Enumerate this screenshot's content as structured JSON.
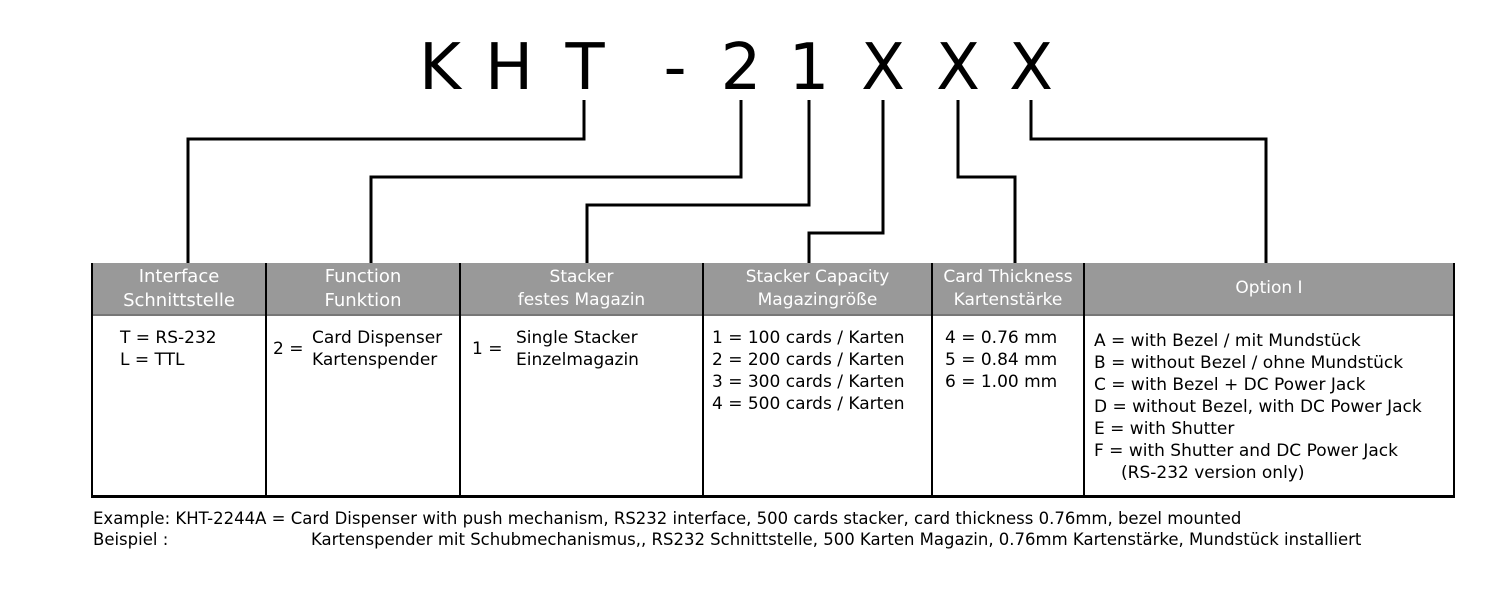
{
  "model_code": [
    "K",
    "H",
    "T",
    "-",
    "2",
    "1",
    "X",
    "X",
    "X"
  ],
  "columns": [
    {
      "header": [
        "Interface",
        "Schnittstelle"
      ],
      "rows": [
        "T = RS-232",
        "L = TTL"
      ]
    },
    {
      "header": [
        "Function",
        "Funktion"
      ],
      "prefix": "2 =",
      "rows": [
        "Card Dispenser",
        "Kartenspender"
      ]
    },
    {
      "header": [
        "Stacker",
        "festes Magazin"
      ],
      "prefix": "1 =",
      "rows": [
        "Single Stacker",
        "Einzelmagazin"
      ]
    },
    {
      "header": [
        "Stacker Capacity",
        "Magazingröße"
      ],
      "rows": [
        "1 = 100 cards / Karten",
        "2 = 200 cards / Karten",
        "3 = 300 cards / Karten",
        "4 = 500 cards / Karten"
      ]
    },
    {
      "header": [
        "Card Thickness",
        "Kartenstärke"
      ],
      "rows": [
        "4 = 0.76 mm",
        "5 = 0.84 mm",
        "6 = 1.00 mm"
      ]
    },
    {
      "header": [
        "Option I"
      ],
      "rows": [
        "A = with Bezel / mit Mundstück",
        "B = without Bezel / ohne Mundstück",
        "C = with Bezel + DC Power Jack",
        "D = without Bezel, with DC Power Jack",
        "E = with Shutter",
        "F = with Shutter and DC Power Jack",
        "     (RS-232 version only)"
      ]
    }
  ],
  "example": {
    "label_en": "Example: KHT-2244A =",
    "text_en": "Card Dispenser with push mechanism, RS232 interface, 500 cards stacker, card thickness 0.76mm, bezel mounted",
    "label_de": "Beispiel :",
    "text_de": "Kartenspender mit Schubmechanismus,, RS232 Schnittstelle, 500 Karten Magazin, 0.76mm Kartenstärke, Mundstück installiert"
  }
}
